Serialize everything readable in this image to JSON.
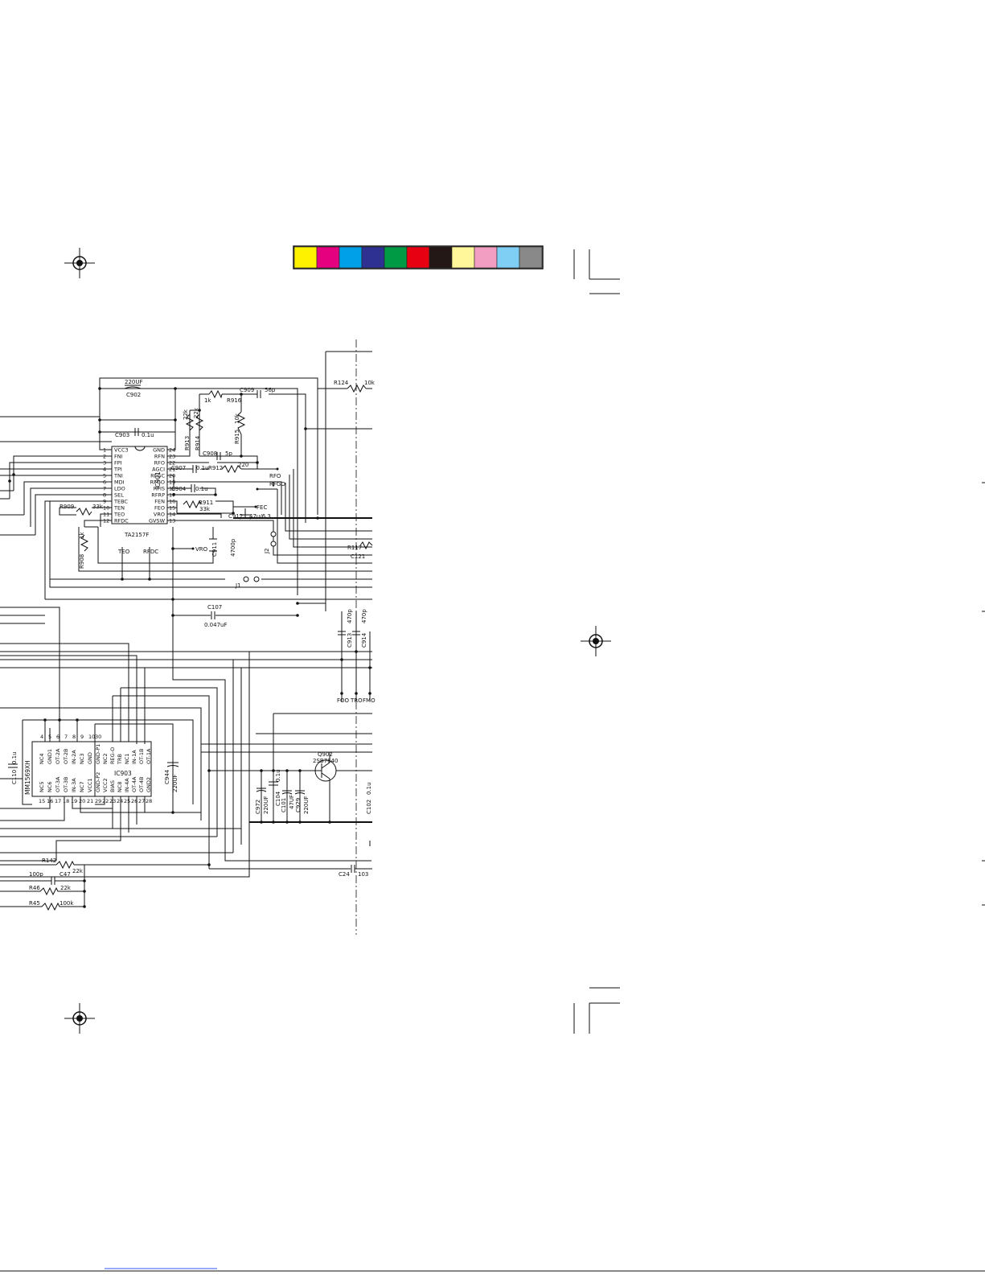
{
  "color_bar": [
    "#fff200",
    "#e4007f",
    "#00a0e9",
    "#2e3192",
    "#009944",
    "#e60012",
    "#231815",
    "#fff799",
    "#f19ec2",
    "#7fcef4",
    "#898989"
  ],
  "ic901": {
    "ref": "IC901",
    "part": "TA2157F",
    "left_pins": [
      {
        "n": "1",
        "name": "VCC3"
      },
      {
        "n": "2",
        "name": "FNI"
      },
      {
        "n": "3",
        "name": "FPI"
      },
      {
        "n": "4",
        "name": "TPI"
      },
      {
        "n": "5",
        "name": "TNI"
      },
      {
        "n": "6",
        "name": "MDI"
      },
      {
        "n": "7",
        "name": "LDO"
      },
      {
        "n": "8",
        "name": "SEL"
      },
      {
        "n": "9",
        "name": "TEBC"
      },
      {
        "n": "10",
        "name": "TEN"
      },
      {
        "n": "11",
        "name": "TEO"
      },
      {
        "n": "12",
        "name": "RFDC"
      }
    ],
    "right_pins": [
      {
        "n": "24",
        "name": "GND"
      },
      {
        "n": "23",
        "name": "RFN"
      },
      {
        "n": "22",
        "name": "RFO"
      },
      {
        "n": "21",
        "name": "AGCI"
      },
      {
        "n": "20",
        "name": "RFGC"
      },
      {
        "n": "19",
        "name": "RFGO"
      },
      {
        "n": "18",
        "name": "RFIS"
      },
      {
        "n": "17",
        "name": "RFRP"
      },
      {
        "n": "16",
        "name": "FEN"
      },
      {
        "n": "15",
        "name": "FEO"
      },
      {
        "n": "14",
        "name": "VRO"
      },
      {
        "n": "13",
        "name": "GVSW"
      }
    ]
  },
  "ic902": {
    "part": "MM1569XH",
    "top_pins": [
      {
        "n": "4",
        "name": "NC4"
      },
      {
        "n": "5",
        "name": "GND1"
      },
      {
        "n": "6",
        "name": "OT-2A"
      },
      {
        "n": "7",
        "name": "OT-2B"
      },
      {
        "n": "8",
        "name": "IN-2A"
      },
      {
        "n": "9",
        "name": "NC3"
      },
      {
        "n": "10",
        "name": "GND"
      }
    ],
    "bottom_pins": [
      {
        "n": "15",
        "name": "NC5"
      },
      {
        "n": "16",
        "name": "NC6"
      },
      {
        "n": "17",
        "name": "OT-3A"
      },
      {
        "n": "18",
        "name": "OT-3B"
      },
      {
        "n": "19",
        "name": "IN-3A"
      },
      {
        "n": "20",
        "name": "NC7"
      },
      {
        "n": "21",
        "name": "VCC1"
      }
    ]
  },
  "ic903": {
    "ref": "IC903",
    "top_pins": [
      {
        "n": "30",
        "name": "GND-P1"
      },
      {
        "n": "",
        "name": "NC2"
      },
      {
        "n": "",
        "name": "REG-O"
      },
      {
        "n": "",
        "name": "TRB"
      },
      {
        "n": "",
        "name": "NC1"
      },
      {
        "n": "",
        "name": "IN-1A"
      },
      {
        "n": "",
        "name": "OT-1B"
      },
      {
        "n": "",
        "name": "OT-1A"
      }
    ],
    "bottom_pins": [
      {
        "n": "29",
        "name": "GND-P2"
      },
      {
        "n": "22",
        "name": "VCC2"
      },
      {
        "n": "23",
        "name": "BIAS"
      },
      {
        "n": "24",
        "name": "NC8"
      },
      {
        "n": "25",
        "name": "IN-4A"
      },
      {
        "n": "26",
        "name": "OT-4A"
      },
      {
        "n": "27",
        "name": "OT-4B"
      },
      {
        "n": "28",
        "name": "GND2"
      }
    ]
  },
  "q902": {
    "ref": "Q902",
    "part": "2SB7640"
  },
  "labels": {
    "c902_val": "220UF",
    "c902": "C902",
    "r916_val": "1k",
    "r916": "R916",
    "c909": "C909",
    "c909_val": "56p",
    "r124": "R124",
    "r124_val": "10k",
    "r913_val": "22k",
    "r913": "R913",
    "r914_val": "22k",
    "r914": "R914",
    "r915_val": "10k",
    "r915": "R915",
    "c903": "C903",
    "c903_val": "0.1u",
    "c908": "C908",
    "c908_val": "5p",
    "c907": "C907",
    "c907_val": "0.1u",
    "r912": "R912",
    "r912_val": "220",
    "rfo": "RFO",
    "c904": "C904",
    "c904_val": "0.1u",
    "rfgo": "RFGO",
    "r911": "R911",
    "r911_val": "33k",
    "fec": "FEC",
    "r909": "R909",
    "r909_val": "33k",
    "c912": "C912",
    "c912_val": "47u/6.3",
    "r908_val": "1k",
    "r908": "R908",
    "teo": "TEO",
    "rfdc": "RFDC",
    "vro": "VRO",
    "c911": "C911",
    "c911_val": "4700p",
    "j2": "J2",
    "j1": "J1",
    "r117": "R117",
    "c121": "C121",
    "c107": "C107",
    "c107_val": "0.047uF",
    "c913_val": "470p",
    "c914_val": "470p",
    "c913": "C913",
    "c914": "C914",
    "foo": "FOO",
    "tro": "TRO",
    "fmo": "FMO",
    "c110": "C110",
    "c110_val": "0.1u",
    "c944": "C944",
    "c944_val": "220UF",
    "c972": "C972",
    "c972_val": "220UF",
    "c104": "C104",
    "c104_val": "0.1u",
    "c101": "C101",
    "c101_val": "47UF",
    "c929": "C929",
    "c929_val": "220UF",
    "c102": "C102",
    "c102_val": "0.1u",
    "r142": "R142",
    "r142_val": "22k",
    "c47_val": "100p",
    "c47": "C47",
    "r46": "R46",
    "r46_val": "22k",
    "r45": "R45",
    "r45_val": "100k",
    "c24": "C24",
    "c103": "103"
  }
}
